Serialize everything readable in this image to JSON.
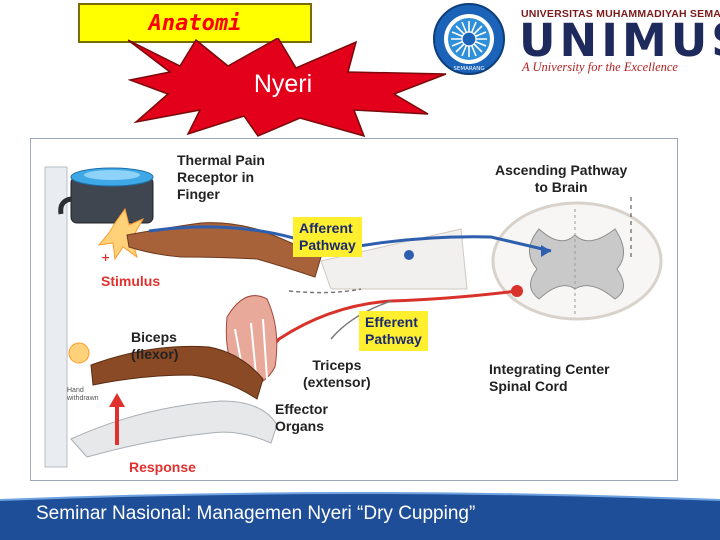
{
  "header": {
    "title": "Anatomi",
    "burst_label": "Nyeri"
  },
  "logo": {
    "university_full": "UNIVERSITAS MUHAMMADIYAH SEMARANG",
    "abbreviation": "UNIMUS",
    "tagline": "A University for the Excellence",
    "seal_text_bottom": "SEMARANG"
  },
  "diagram": {
    "labels": {
      "receptor": "Thermal Pain\nReceptor in\nFinger",
      "ascending": "Ascending Pathway\nto Brain",
      "afferent": "Afferent\nPathway",
      "stimulus": "Stimulus",
      "efferent": "Efferent\nPathway",
      "biceps": "Biceps\n(flexor)",
      "triceps": "Triceps\n(extensor)",
      "integrating": "Integrating Center\nSpinal Cord",
      "effector": "Effector\nOrgans",
      "hand_withdrawn": "Hand\nwithdrawn",
      "response": "Response"
    }
  },
  "footer": {
    "text": "Seminar Nasional: Managemen Nyeri “Dry Cupping”"
  },
  "colors": {
    "title_bg": "#ffff00",
    "title_text": "#ff0000",
    "burst": "#e3001b",
    "footer_band": "#1f4e99",
    "label_highlight": "#ffef2e",
    "stimulus_red": "#e0312e",
    "afferent_blue": "#2e5fae",
    "efferent_red": "#d8322b"
  }
}
